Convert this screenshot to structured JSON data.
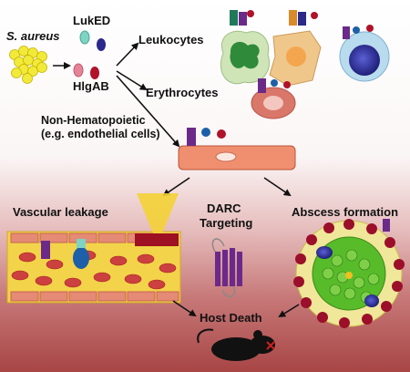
{
  "labels": {
    "organism": "S. aureus",
    "toxin_1": "LukED",
    "toxin_2": "HlgAB",
    "target_leukocytes": "Leukocytes",
    "target_erythrocytes": "Erythrocytes",
    "target_nonhema_line1": "Non-Hematopoietic",
    "target_nonhema_line2": "(e.g. endothelial cells)",
    "outcome_vascular": "Vascular leakage",
    "mechanism_line1": "DARC",
    "mechanism_line2": "Targeting",
    "outcome_abscess": "Abscess formation",
    "final_outcome": "Host Death"
  },
  "colors": {
    "bacteria": "#f2ea3a",
    "toxin_teal": "#7ed3c2",
    "toxin_navy": "#2b2a8a",
    "toxin_pink": "#e48398",
    "toxin_red": "#b0122a",
    "receptor_purple": "#6b2a8a",
    "blood_vessel": "#f3d34a",
    "endothelial": "#f08f6f",
    "abscess_core": "#58bb2a"
  },
  "icons": [
    "bacteria-cluster-icon",
    "leukocyte-icon",
    "erythrocyte-icon",
    "endothelial-cell-icon",
    "receptor-icon",
    "blood-vessel-icon",
    "abscess-icon",
    "mouse-icon"
  ]
}
